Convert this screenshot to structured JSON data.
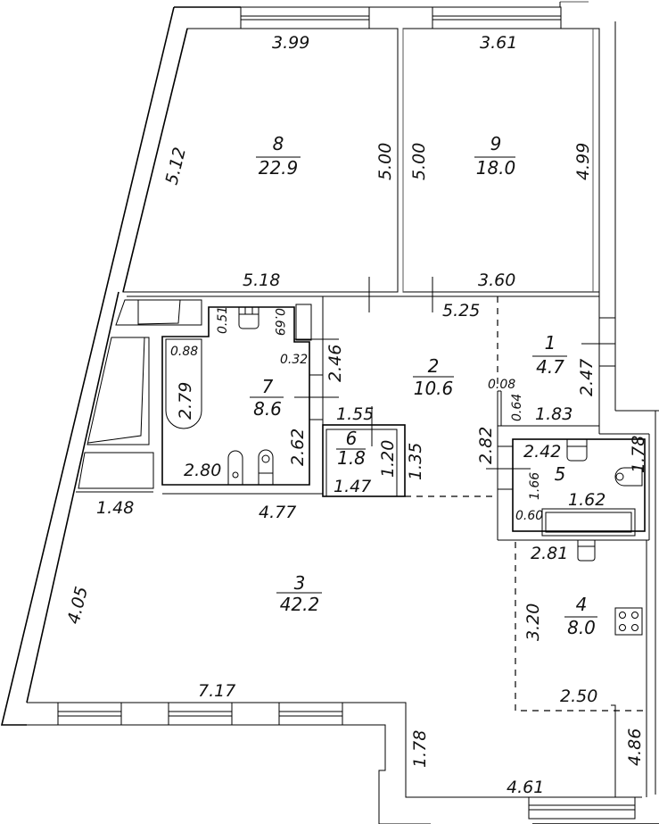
{
  "plan": {
    "rooms": [
      {
        "id": "8",
        "number": "8",
        "area": "22.9"
      },
      {
        "id": "9",
        "number": "9",
        "area": "18.0"
      },
      {
        "id": "2",
        "number": "2",
        "area": "10.6"
      },
      {
        "id": "1",
        "number": "1",
        "area": "4.7"
      },
      {
        "id": "7",
        "number": "7",
        "area": "8.6"
      },
      {
        "id": "6",
        "number": "6",
        "area": "1.8"
      },
      {
        "id": "5",
        "number": "5",
        "area": ""
      },
      {
        "id": "3",
        "number": "3",
        "area": "42.2"
      },
      {
        "id": "4",
        "number": "4",
        "area": "8.0"
      }
    ],
    "dimensions": {
      "r8_top": "3.99",
      "r8_left": "5.12",
      "r8_right": "5.00",
      "r8_bottom": "5.18",
      "r9_top": "3.61",
      "r9_left": "5.00",
      "r9_right": "4.99",
      "r9_bottom": "3.60",
      "r2_top": "5.25",
      "r2_left": "2.46",
      "r2_mid": "1.55",
      "r2_right": "2.82",
      "r2_sm": "0.08",
      "r1_right": "2.47",
      "r1_bottom": "1.83",
      "r1_left": "0.64",
      "r7_top": "0.51",
      "r7_notch": "0.69",
      "r7_notch2": "0.32",
      "r7_bath_w": "0.88",
      "r7_bath_l": "2.79",
      "r7_right": "2.62",
      "r7_bottom": "2.80",
      "r6_right": "1.20",
      "r6_bottom": "1.47",
      "r6_outer": "1.35",
      "r5_top": "2.42",
      "r5_right": "1.78",
      "r5_left": "1.66",
      "r5_mid": "1.62",
      "r5_sm": "0.60",
      "r3_top_left": "1.48",
      "r3_top": "4.77",
      "r3_left": "4.05",
      "r3_bottom": "7.17",
      "r3_step": "1.78",
      "r4_top": "2.81",
      "r4_left": "3.20",
      "r4_bottom": "2.50",
      "r4_right": "4.86",
      "r4_outer": "4.61"
    }
  }
}
